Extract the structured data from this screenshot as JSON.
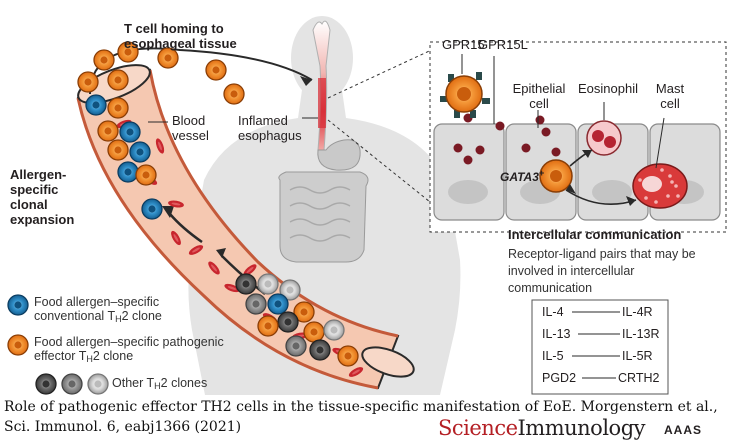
{
  "labels": {
    "homing_title": "T cell homing to esophageal tissue",
    "blood_vessel": "Blood vessel",
    "inflamed_esophagus": "Inflamed esophagus",
    "allergen_expansion": "Allergen-specific clonal expansion",
    "gpr15": "GPR15",
    "gpr15l": "GPR15L",
    "epithelial_cell": "Epithelial cell",
    "eosinophil": "Eosinophil",
    "mast_cell": "Mast cell",
    "gata3": "GATA3",
    "gata3_sup": "+",
    "intercellular_title": "Intercellular communication",
    "intercellular_body": "Receptor-ligand pairs that may be involved in intercellular communication"
  },
  "legend": [
    {
      "text": "Food allergen–specific conventional T",
      "sub": "H",
      "tail": "2 clone",
      "color": "#1d7bb5"
    },
    {
      "text": "Food allergen–specific pathogenic effector T",
      "sub": "H",
      "tail": "2 clone",
      "color": "#ef7d22"
    },
    {
      "text": "Other T",
      "sub": "H",
      "tail": "2 clones",
      "color": "#555555"
    }
  ],
  "pairs": [
    {
      "ligand": "IL-4",
      "receptor": "IL-4R"
    },
    {
      "ligand": "IL-13",
      "receptor": "IL-13R"
    },
    {
      "ligand": "IL-5",
      "receptor": "IL-5R"
    },
    {
      "ligand": "PGD2",
      "receptor": "CRTH2"
    }
  ],
  "caption": "Role of pathogenic effector TH2 cells in the tissue-specific manifestation of EoE. Morgenstern et al., Sci. Immunol. 6, eabj1366 (2021)",
  "brand": {
    "journal_a": "Science",
    "journal_b": "Immunology",
    "publisher": "AAAS"
  },
  "colors": {
    "effector": "#ef7d22",
    "conventional": "#1d7bb5",
    "vessel": "#f6cdb6",
    "rbc": "#c8262e",
    "body": "#e3e3e3"
  }
}
